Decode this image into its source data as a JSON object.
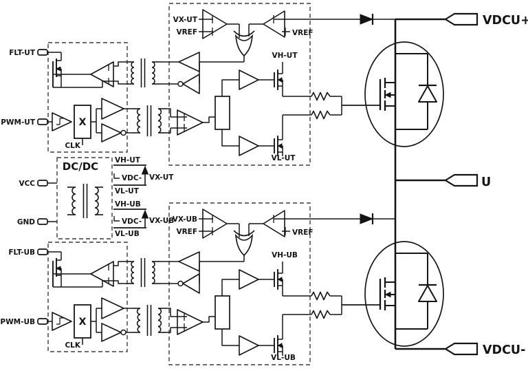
{
  "terminals": {
    "flt_ut": "FLT-UT",
    "pwm_ut": "PWM-UT",
    "vcc": "VCC",
    "gnd": "GND",
    "flt_ub": "FLT-UB",
    "pwm_ub": "PWM-UB",
    "vdcu_plus": "VDCU+",
    "u": "U",
    "vdcu_minus": "VDCU-"
  },
  "dcdc": {
    "title": "DC/DC",
    "top_rails": {
      "high": "VH-UT",
      "mid": "VDC-",
      "low": "VL-UT",
      "span": "VX-UT"
    },
    "bottom_rails": {
      "high": "VH-UB",
      "mid": "VDC-",
      "low": "VL-UB",
      "span": "VX-UB"
    }
  },
  "driver_top": {
    "clk": "CLK",
    "multiplier": "X",
    "comp_in": "VX-UT",
    "comp_ref": "VREF",
    "desat_ref": "VREF",
    "gate_high_rail": "VH-UT",
    "gate_low_rail": "VL-UT"
  },
  "driver_bottom": {
    "clk": "CLK",
    "multiplier": "X",
    "comp_in": "VX-UB",
    "comp_ref": "VREF",
    "desat_ref": "VREF",
    "gate_high_rail": "VH-UB",
    "gate_low_rail": "VL-UB"
  }
}
